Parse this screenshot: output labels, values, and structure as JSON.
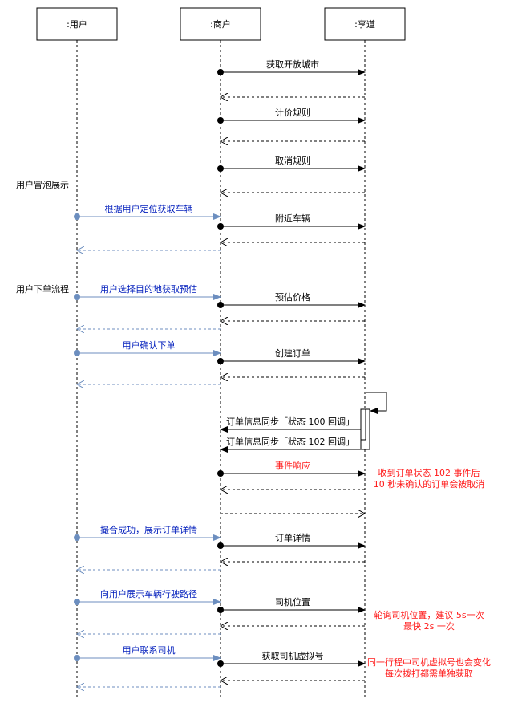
{
  "participants": [
    ":用户",
    ":商户",
    ":享道"
  ],
  "notes_left": [
    "用户冒泡展示",
    "用户下单流程"
  ],
  "messages": [
    "获取开放城市",
    "计价规则",
    "取消规则",
    "根据用户定位获取车辆",
    "附近车辆",
    "用户选择目的地获取预估",
    "预估价格",
    "用户确认下单",
    "创建订单",
    "订单信息同步「状态 100 回调」",
    "订单信息同步「状态 102 回调」",
    "事件响应",
    "撮合成功，展示订单详情",
    "订单详情",
    "向用户展示车辆行驶路径",
    "司机位置",
    "用户联系司机",
    "获取司机虚拟号"
  ],
  "notes_right": [
    [
      "收到订单状态 102 事件后",
      "10 秒未确认的订单会被取消"
    ],
    [
      "轮询司机位置，建议 5s一次",
      "最快 2s 一次"
    ],
    [
      "同一行程中司机虚拟号也会变化",
      "每次拨打都需单独获取"
    ]
  ],
  "colors": {
    "line": "#000000",
    "blue": "#6c8ebf",
    "blue_text": "#001dbc",
    "red": "#ff1a1a"
  }
}
